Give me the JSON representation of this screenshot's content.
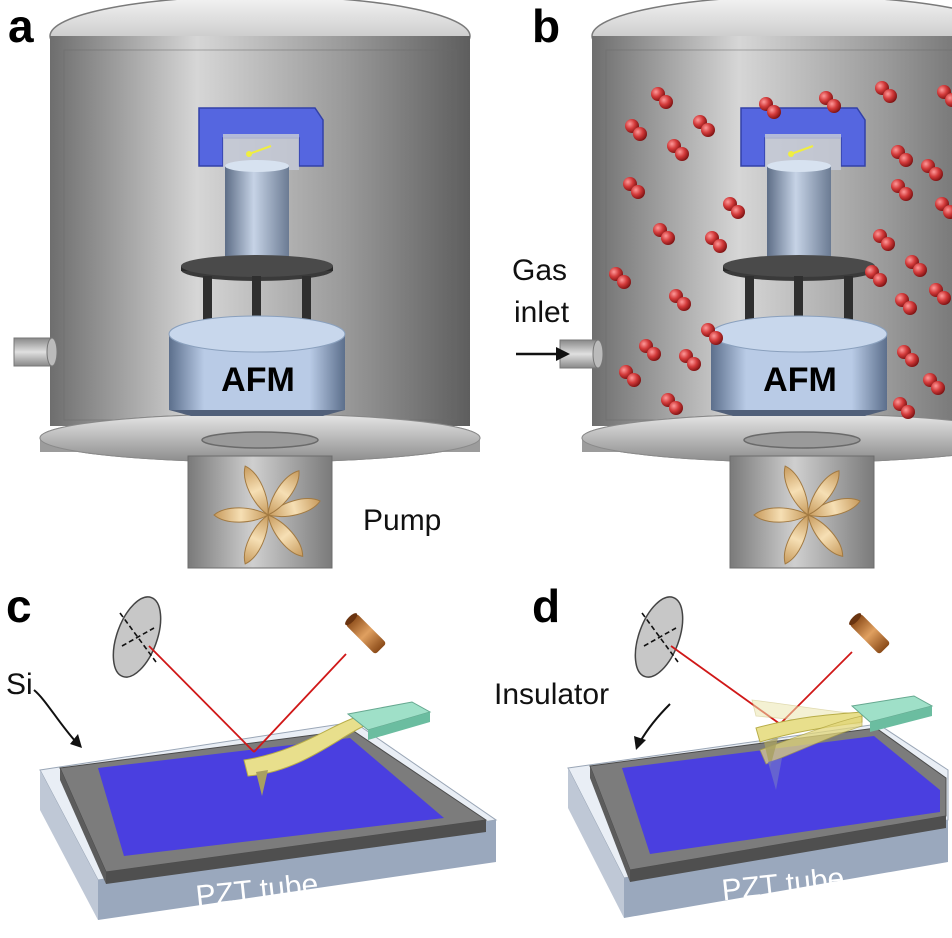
{
  "panels": {
    "a": {
      "letter": "a",
      "afm_label": "AFM",
      "pump_label": "Pump"
    },
    "b": {
      "letter": "b",
      "afm_label": "AFM",
      "gas_line1": "Gas",
      "gas_line2": "inlet"
    },
    "c": {
      "letter": "c",
      "material_label": "Si",
      "base_label": "PZT tube"
    },
    "d": {
      "letter": "d",
      "material_label": "Insulator",
      "base_label": "PZT tube"
    }
  },
  "colors": {
    "chamber": "#9a9a9a",
    "holder": "#5a6ee6",
    "afm_body": "#b8cbe6",
    "molecule": "#d23a3a",
    "sample": "#4a3fe0",
    "laser": "#d01818",
    "cantilever": "#e8df8c",
    "chip": "#9fe0c8"
  },
  "icons": {
    "pump": "fan-rotor-icon",
    "gas": "arrow-right-icon",
    "molecule": "diatomic-molecule-icon"
  }
}
